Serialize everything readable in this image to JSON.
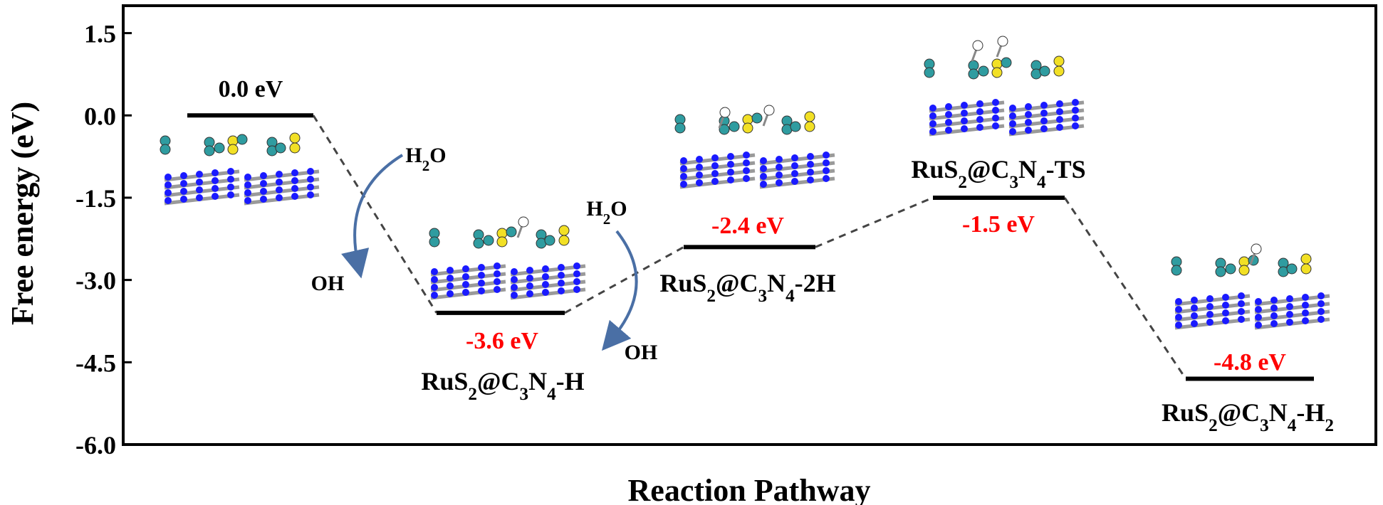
{
  "chart_data": {
    "type": "line",
    "title": "",
    "xlabel": "Reaction Pathway",
    "ylabel": "Free energy (eV)",
    "ylim": [
      -6.0,
      2.0
    ],
    "yticks": [
      1.5,
      0.0,
      -1.5,
      -3.0,
      -4.5,
      -6.0
    ],
    "ytick_labels": [
      "1.5",
      "0.0",
      "-1.5",
      "-3.0",
      "-4.5",
      "-6.0"
    ],
    "grid": false,
    "series": [
      {
        "values": [
          0.0,
          -3.6,
          -2.4,
          -1.5,
          -4.8
        ],
        "value_labels": [
          "0.0 eV",
          "-3.6 eV",
          "-2.4 eV",
          "-1.5 eV",
          "-4.8 eV"
        ],
        "state_labels": [
          {
            "base": "",
            "tail": ""
          },
          {
            "base": "RuS",
            "tail": "-H"
          },
          {
            "base": "RuS",
            "tail": "-2H"
          },
          {
            "base": "RuS",
            "tail": "-TS"
          },
          {
            "base": "RuS",
            "tail": "-H"
          }
        ]
      }
    ],
    "annotations": [
      {
        "reactant": "H",
        "reactant_tail": "O",
        "product": "OH"
      },
      {
        "reactant": "H",
        "reactant_tail": "O",
        "product": "OH"
      }
    ],
    "colors": {
      "level": "#000000",
      "connector": "#444444",
      "first_label": "#000000",
      "other_labels": "#ff0000",
      "arrow": "#4a6fa5",
      "ru_atom": "#2f9ca0",
      "s_atom": "#f2e025",
      "h_atom": "#ffffff",
      "n_atom": "#1a1aff",
      "c_atom": "#9a9a9a"
    }
  }
}
